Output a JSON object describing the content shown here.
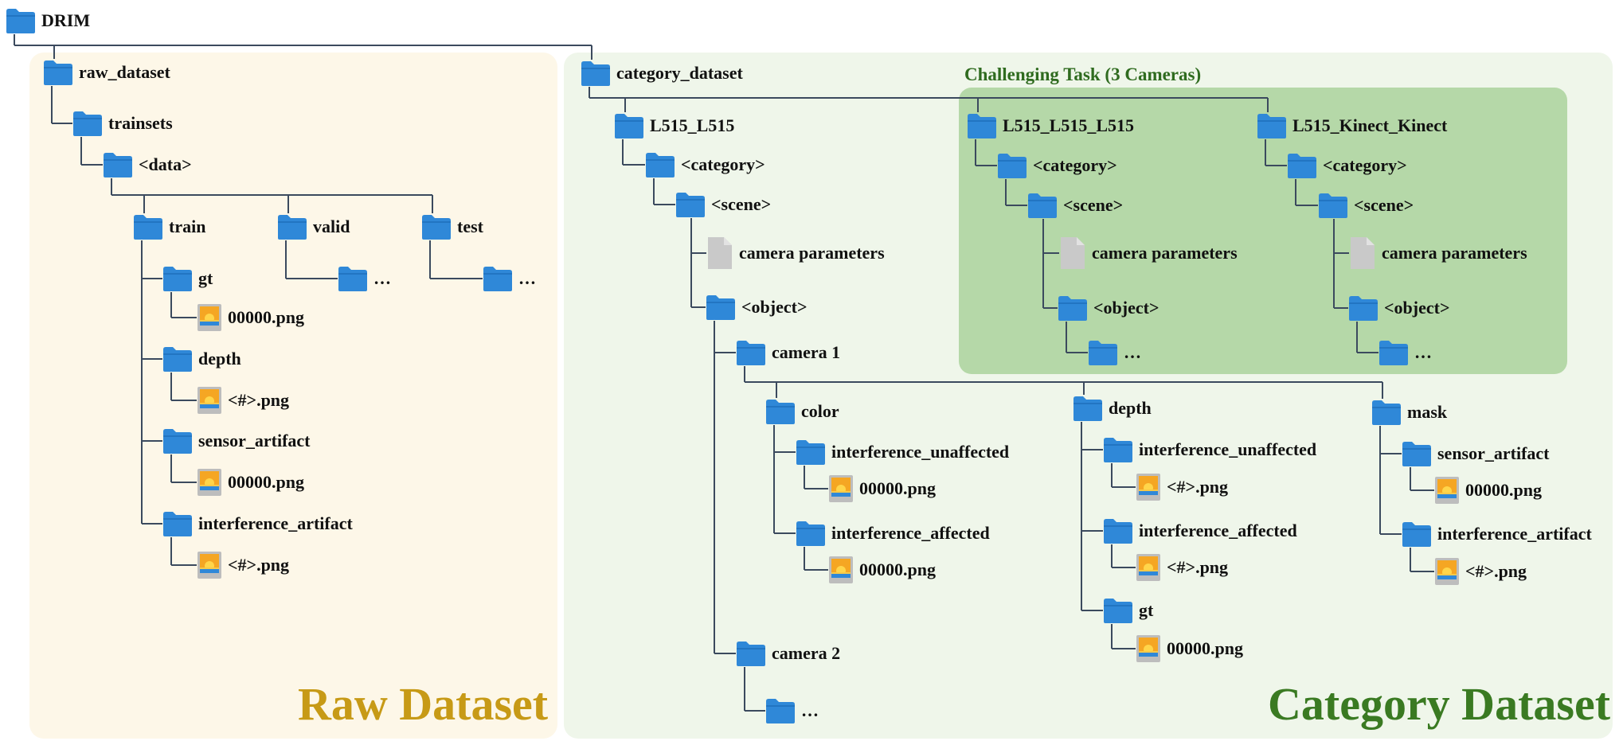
{
  "raw_title": "Raw Dataset",
  "category_title": "Category Dataset",
  "challenge_title": "Challenging Task (3 Cameras)",
  "colors": {
    "raw_panel": "#fdf7e8",
    "category_panel": "#eff6ea",
    "challenge_panel": "#b5d8a8",
    "folder": "#2f88d8",
    "file": "#c9c9c9",
    "raw_title": "#c79a16",
    "category_title": "#3a7a22",
    "line": "#3b4a5e"
  },
  "icons": {
    "folder": "folder-icon",
    "file": "file-icon",
    "image": "image-file-icon"
  },
  "tree": {
    "root": "DRIM",
    "raw": {
      "dataset": "raw_dataset",
      "trainsets": "trainsets",
      "data": "<data>",
      "train": "train",
      "valid": "valid",
      "test": "test",
      "ellipsis": "…",
      "gt": "gt",
      "gt_file": "00000.png",
      "depth": "depth",
      "depth_file": "<#>.png",
      "sensor_artifact": "sensor_artifact",
      "sensor_file": "00000.png",
      "interference_artifact": "interference_artifact",
      "interference_file": "<#>.png"
    },
    "category": {
      "dataset": "category_dataset",
      "l515_l515": "L515_L515",
      "category": "<category>",
      "scene": "<scene>",
      "camera_parameters": "camera parameters",
      "object": "<object>",
      "camera1": "camera 1",
      "camera2": "camera 2",
      "ellipsis": "…",
      "color": "color",
      "color_unaffected": "interference_unaffected",
      "color_unaffected_file": "00000.png",
      "color_affected": "interference_affected",
      "color_affected_file": "00000.png",
      "depth": "depth",
      "depth_unaffected": "interference_unaffected",
      "depth_unaffected_file": "<#>.png",
      "depth_affected": "interference_affected",
      "depth_affected_file": "<#>.png",
      "depth_gt": "gt",
      "depth_gt_file": "00000.png",
      "mask": "mask",
      "mask_sensor": "sensor_artifact",
      "mask_sensor_file": "00000.png",
      "mask_interference": "interference_artifact",
      "mask_interference_file": "<#>.png",
      "three_l515": "L515_L515_L515",
      "l515_kinect": "L515_Kinect_Kinect"
    }
  }
}
